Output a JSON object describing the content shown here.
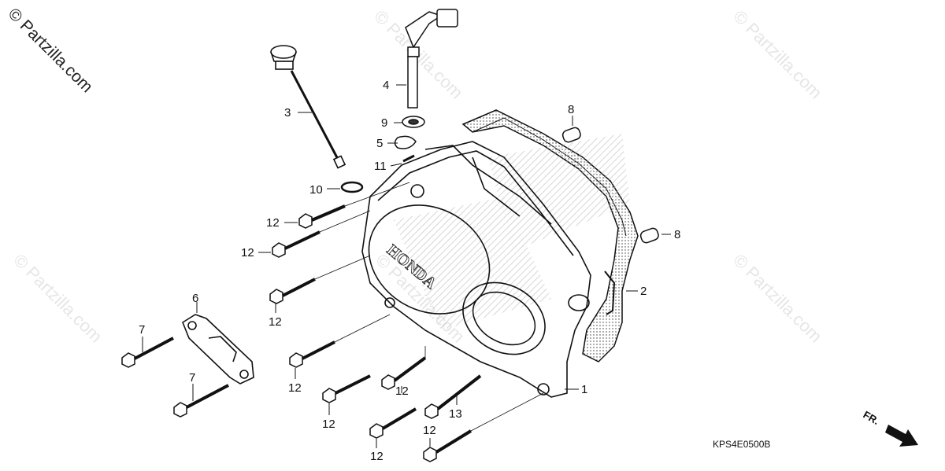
{
  "watermark": "© Partzilla.com",
  "diagram_code": "KPS4E0500B",
  "direction_label": "FR.",
  "brand_embossing": "HONDA",
  "callouts": {
    "c1": "1",
    "c2": "2",
    "c3": "3",
    "c4": "4",
    "c5": "5",
    "c6": "6",
    "c7a": "7",
    "c7b": "7",
    "c8a": "8",
    "c8b": "8",
    "c9": "9",
    "c10": "10",
    "c11": "11",
    "c12a": "12",
    "c12b": "12",
    "c12c": "12",
    "c12d": "12",
    "c12e": "12",
    "c12f": "12",
    "c12g": "12",
    "c12h": "12",
    "c13": "13"
  }
}
